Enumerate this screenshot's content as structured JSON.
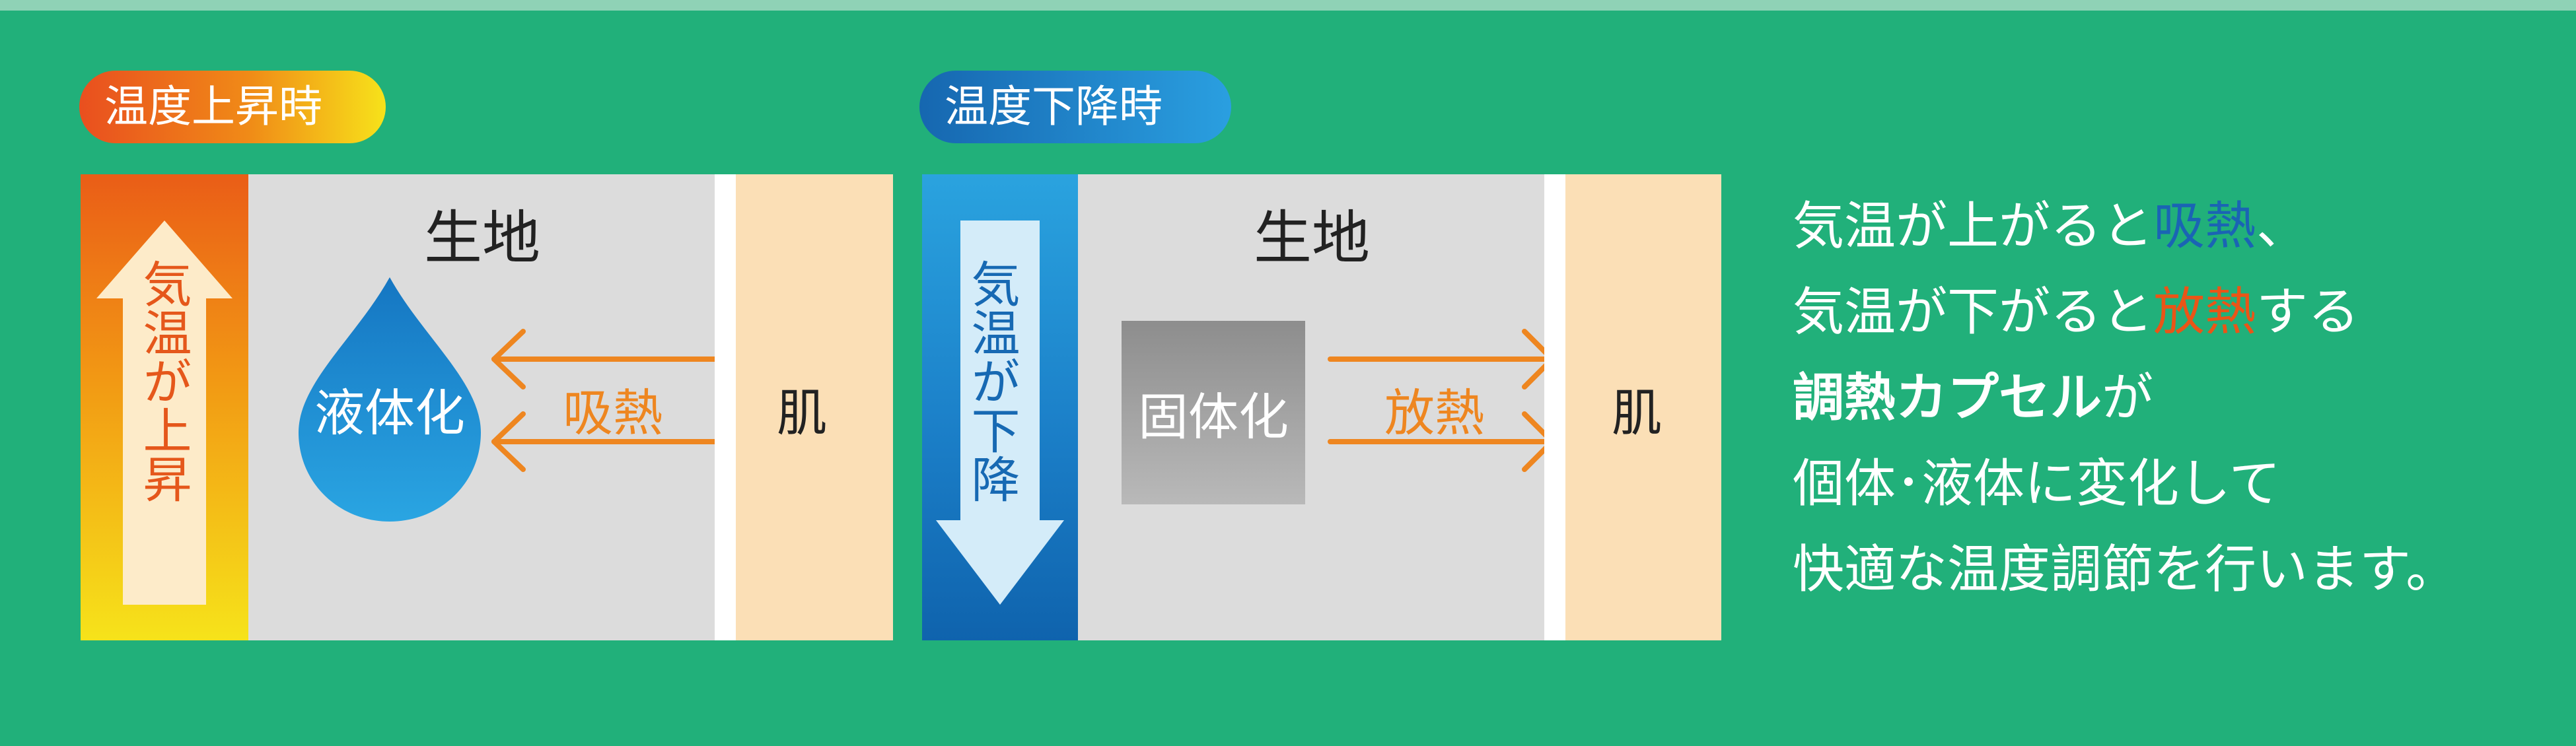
{
  "colors": {
    "background": "#21b07a",
    "fabric": "#dcdcdc",
    "skin": "#fbdfb6",
    "orange_accent": "#ea5517",
    "blue_accent": "#1a64b4",
    "flow_arrow": "#ee8620"
  },
  "rise": {
    "title": "温度上昇時",
    "band_text": "気温が上昇",
    "band_arrow_icon": "up-arrow",
    "fabric_label": "生地",
    "state_label": "液体化",
    "state_icon": "water-drop",
    "flow_label": "吸熱",
    "flow_direction": "left",
    "skin_label": "肌"
  },
  "fall": {
    "title": "温度下降時",
    "band_text": "気温が下降",
    "band_arrow_icon": "down-arrow",
    "fabric_label": "生地",
    "state_label": "固体化",
    "state_icon": "solid-block",
    "flow_label": "放熱",
    "flow_direction": "right",
    "skin_label": "肌"
  },
  "explanation": {
    "line1_pre": "気温が上がると",
    "line1_hl": "吸熱",
    "line1_post": "、",
    "line2_pre": "気温が下がると",
    "line2_hl": "放熱",
    "line2_post": "する",
    "line3_bold": "調熱カプセル",
    "line3_post": "が",
    "line4": "個体･液体に変化して",
    "line5": "快適な温度調節を行います。"
  }
}
